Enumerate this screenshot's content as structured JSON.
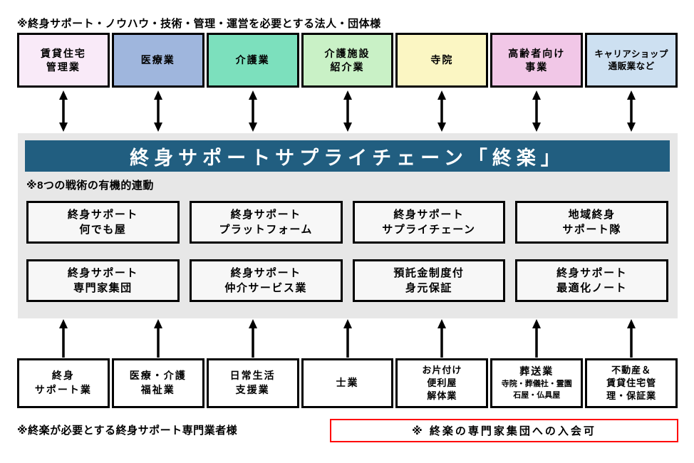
{
  "top_note": "※終身サポート・ノウハウ・技術・管理・運営を必要とする法人・団体様",
  "top_row": {
    "boxes": [
      {
        "label": "賃貸住宅\n管理業",
        "bg": "#F9EAF8"
      },
      {
        "label": "医療業",
        "bg": "#9FB6DD"
      },
      {
        "label": "介護業",
        "bg": "#7CE0BD"
      },
      {
        "label": "介護施設\n紹介業",
        "bg": "#C9F1C6"
      },
      {
        "label": "寺院",
        "bg": "#FBF6C3"
      },
      {
        "label": "高齢者向け\n事業",
        "bg": "#F1C7E7"
      },
      {
        "label": "キャリアショップ\n通販業など",
        "bg": "#CDE0F1"
      }
    ]
  },
  "banner": {
    "title": "終身サポートサプライチェーン「終楽」",
    "bg": "#215E80"
  },
  "strategies_note": "※8つの戦術の有機的連動",
  "strategies": [
    {
      "label": "終身サポート\n何でも屋"
    },
    {
      "label": "終身サポート\nプラットフォーム"
    },
    {
      "label": "終身サポート\nサプライチェーン"
    },
    {
      "label": "地域終身\nサポート隊"
    },
    {
      "label": "終身サポート\n専門家集団"
    },
    {
      "label": "終身サポート\n仲介サービス業"
    },
    {
      "label": "預託金制度付\n身元保証"
    },
    {
      "label": "終身サポート\n最適化ノート"
    }
  ],
  "bottom_row": {
    "boxes": [
      {
        "label": "終身\nサポート業"
      },
      {
        "label": "医療・介護\n福祉業"
      },
      {
        "label": "日常生活\n支援業"
      },
      {
        "label": "士業"
      },
      {
        "label": "お片付け\n便利屋\n解体業"
      },
      {
        "label": "葬送業",
        "sub": "寺院・葬儀社・霊園\n石屋・仏具屋"
      },
      {
        "label": "不動産＆\n賃貸住宅管\n理・保証業"
      }
    ]
  },
  "bottom_note": "※終楽が必要とする終身サポート専門業者様",
  "membership_box": {
    "text": "※ 終楽の専門家集団への入会可",
    "border_color": "#FF0000"
  },
  "arrow_color": "#000000"
}
